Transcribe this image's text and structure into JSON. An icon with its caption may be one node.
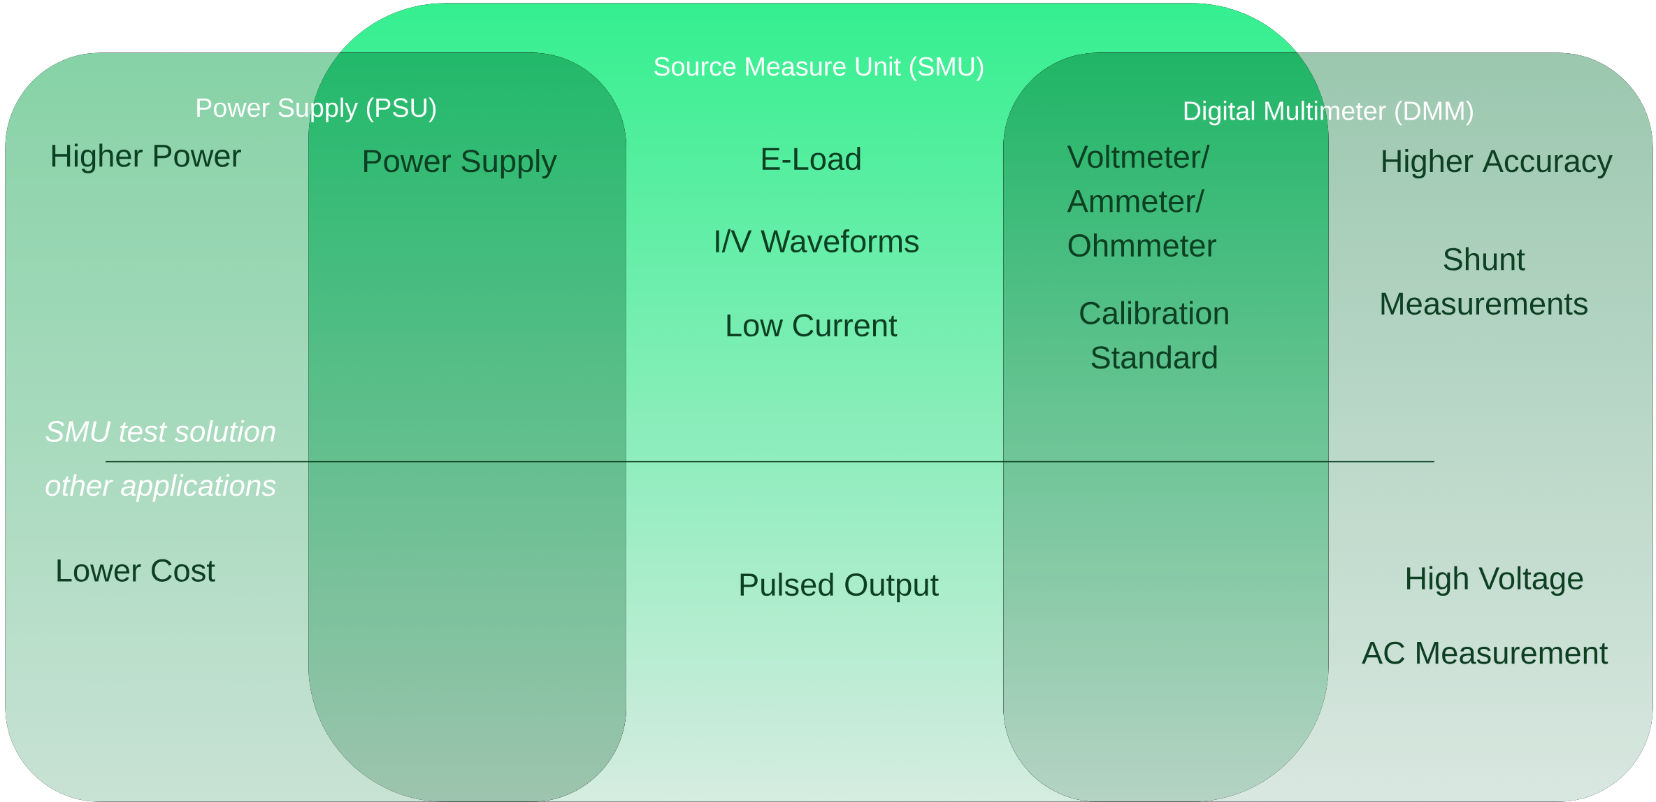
{
  "diagram": {
    "nodes": [
      {
        "text": [
          "Power Supply (PSU)"
        ]
      },
      {
        "text": [
          "Source Measure Unit (SMU)"
        ]
      },
      {
        "text": [
          "Digital Multimeter (DMM)"
        ]
      }
    ],
    "labels": [
      "Higher Power",
      "Power Supply",
      "E-Load",
      "Voltmeter/ Ammeter/ Ohmmeter",
      "Higher Accuracy",
      "I/V Waveforms",
      "Shunt Measurements",
      "Low Current",
      "Calibration Standard",
      "SMU test solution",
      "other applications",
      "Lower Cost",
      "Pulsed Output",
      "High Voltage",
      "AC Measurement"
    ]
  }
}
